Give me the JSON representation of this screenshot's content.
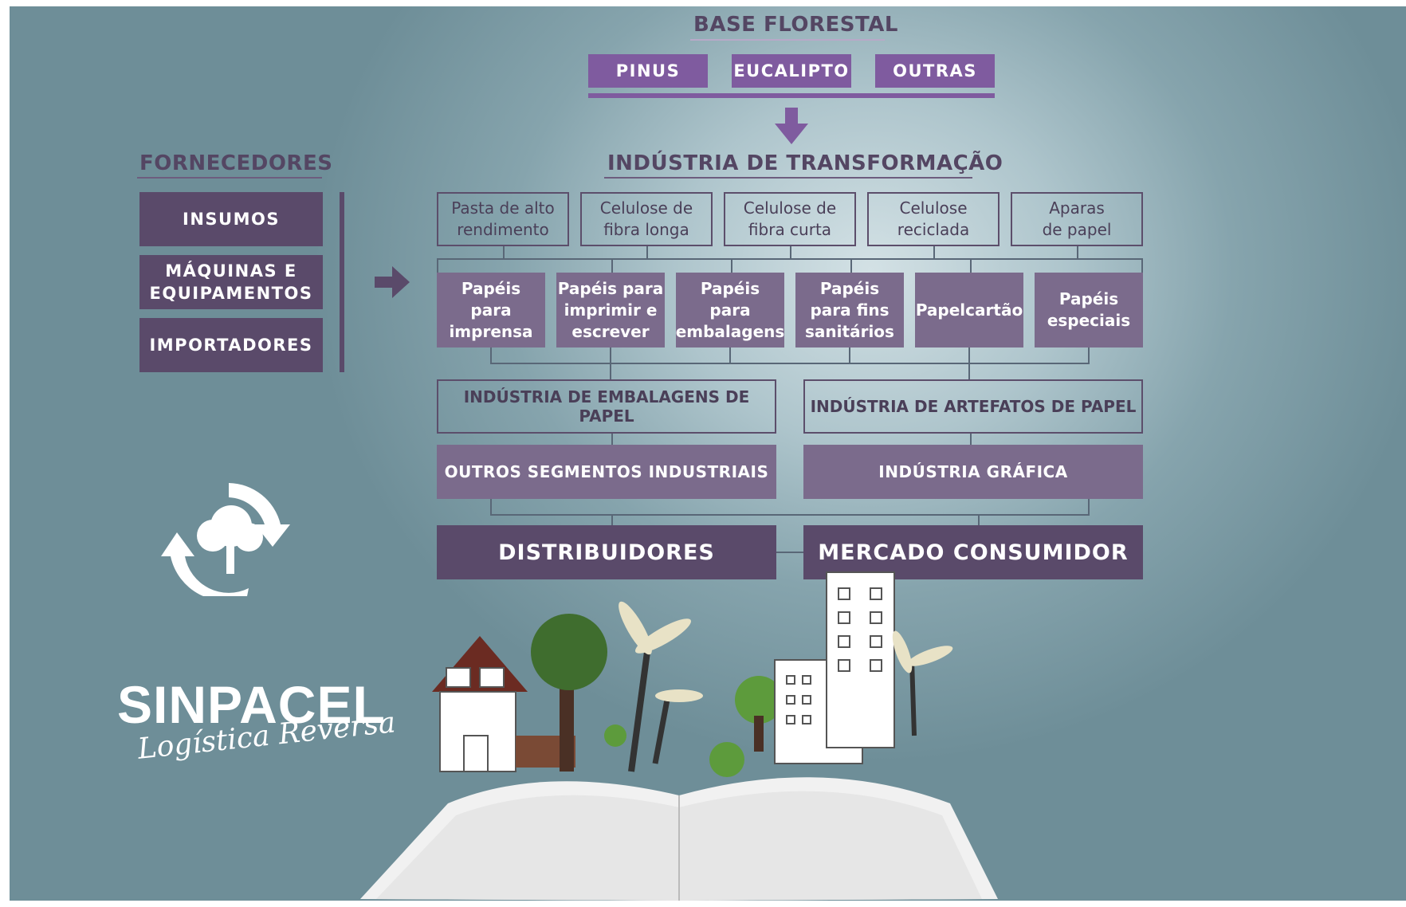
{
  "base_florestal": {
    "title": "BASE FLORESTAL",
    "items": [
      "PINUS",
      "EUCALIPTO",
      "OUTRAS"
    ]
  },
  "fornecedores": {
    "title": "FORNECEDORES",
    "items": [
      "INSUMOS",
      "MÁQUINAS E\nEQUIPAMENTOS",
      "IMPORTADORES"
    ]
  },
  "industria_transformacao": {
    "title": "INDÚSTRIA DE TRANSFORMAÇÃO",
    "materials": [
      "Pasta de alto\nrendimento",
      "Celulose de\nfibra longa",
      "Celulose de\nfibra curta",
      "Celulose\nreciclada",
      "Aparas\nde papel"
    ],
    "papers": [
      "Papéis\npara\nimprensa",
      "Papéis para\nimprimir e\nescrever",
      "Papéis\npara\nembalagens",
      "Papéis\npara fins\nsanitários",
      "Papelcartão",
      "Papéis\nespeciais"
    ]
  },
  "industries": {
    "embalagens": "INDÚSTRIA DE EMBALAGENS DE PAPEL",
    "artefatos": "INDÚSTRIA DE ARTEFATOS DE PAPEL",
    "outros": "OUTROS SEGMENTOS INDUSTRIAIS",
    "grafica": "INDÚSTRIA GRÁFICA"
  },
  "final": {
    "distribuidores": "DISTRIBUIDORES",
    "mercado": "MERCADO CONSUMIDOR"
  },
  "logo": {
    "wordmark": "SINPACEL",
    "script": "Logística Reversa"
  },
  "colors": {
    "background": "#86a4ad",
    "dark_purple": "#5a4a6a",
    "forest_purple": "#7f5b9f",
    "medium_purple": "#7b6b8c"
  }
}
